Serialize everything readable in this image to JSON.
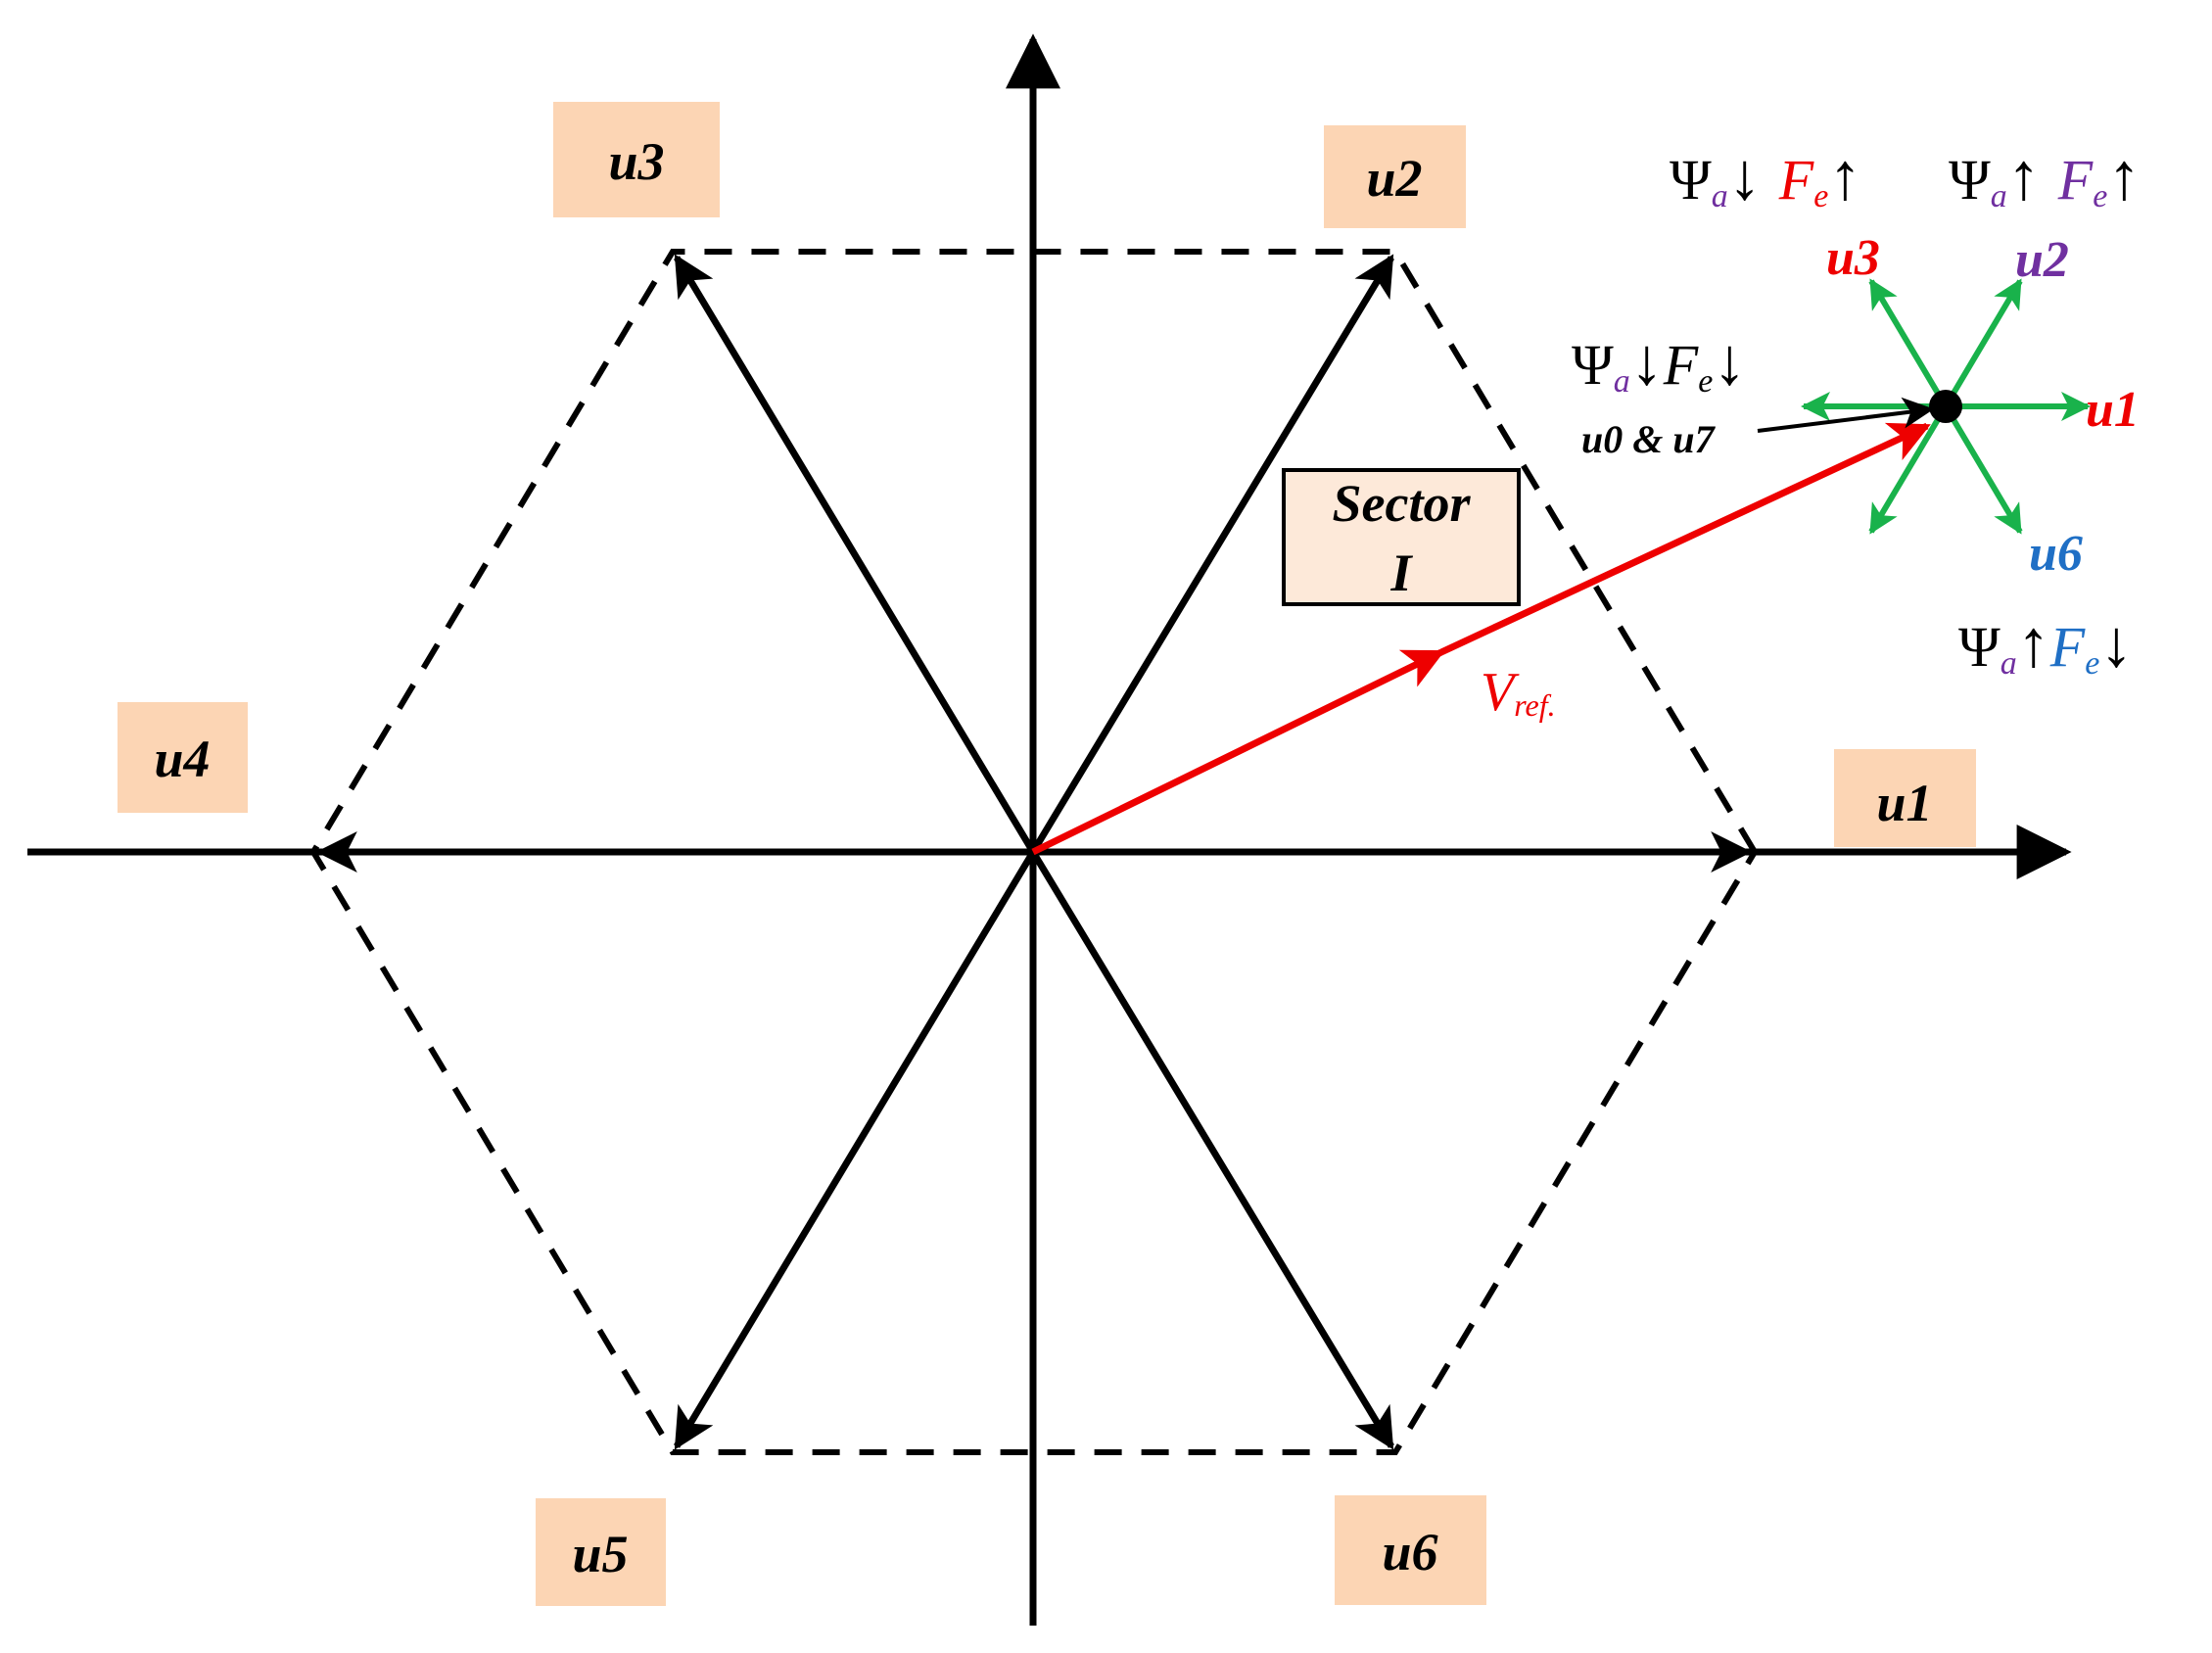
{
  "colors": {
    "axis": "#000000",
    "hexagon": "#000000",
    "vref": "#ee0000",
    "inset_vectors": "#19b24b",
    "label_box": "#fcd5b4",
    "sector_box": "#fde9d9",
    "purple": "#7030a0",
    "blue": "#1f6fc5",
    "red": "#ee0000"
  },
  "vector_labels": {
    "u1": "u1",
    "u2": "u2",
    "u3": "u3",
    "u4": "u4",
    "u5": "u5",
    "u6": "u6"
  },
  "sector": {
    "line1": "Sector",
    "line2": "I"
  },
  "vref": {
    "symbol": "V",
    "subscript": "ref."
  },
  "inset": {
    "u1": "u1",
    "u2": "u2",
    "u3": "u3",
    "u6": "u6",
    "zero": "u0 & u7",
    "psi": "Ψ",
    "psi_sub": "a",
    "f": "F",
    "f_sub": "e",
    "arrow_up": "↑",
    "arrow_down": "↓"
  }
}
